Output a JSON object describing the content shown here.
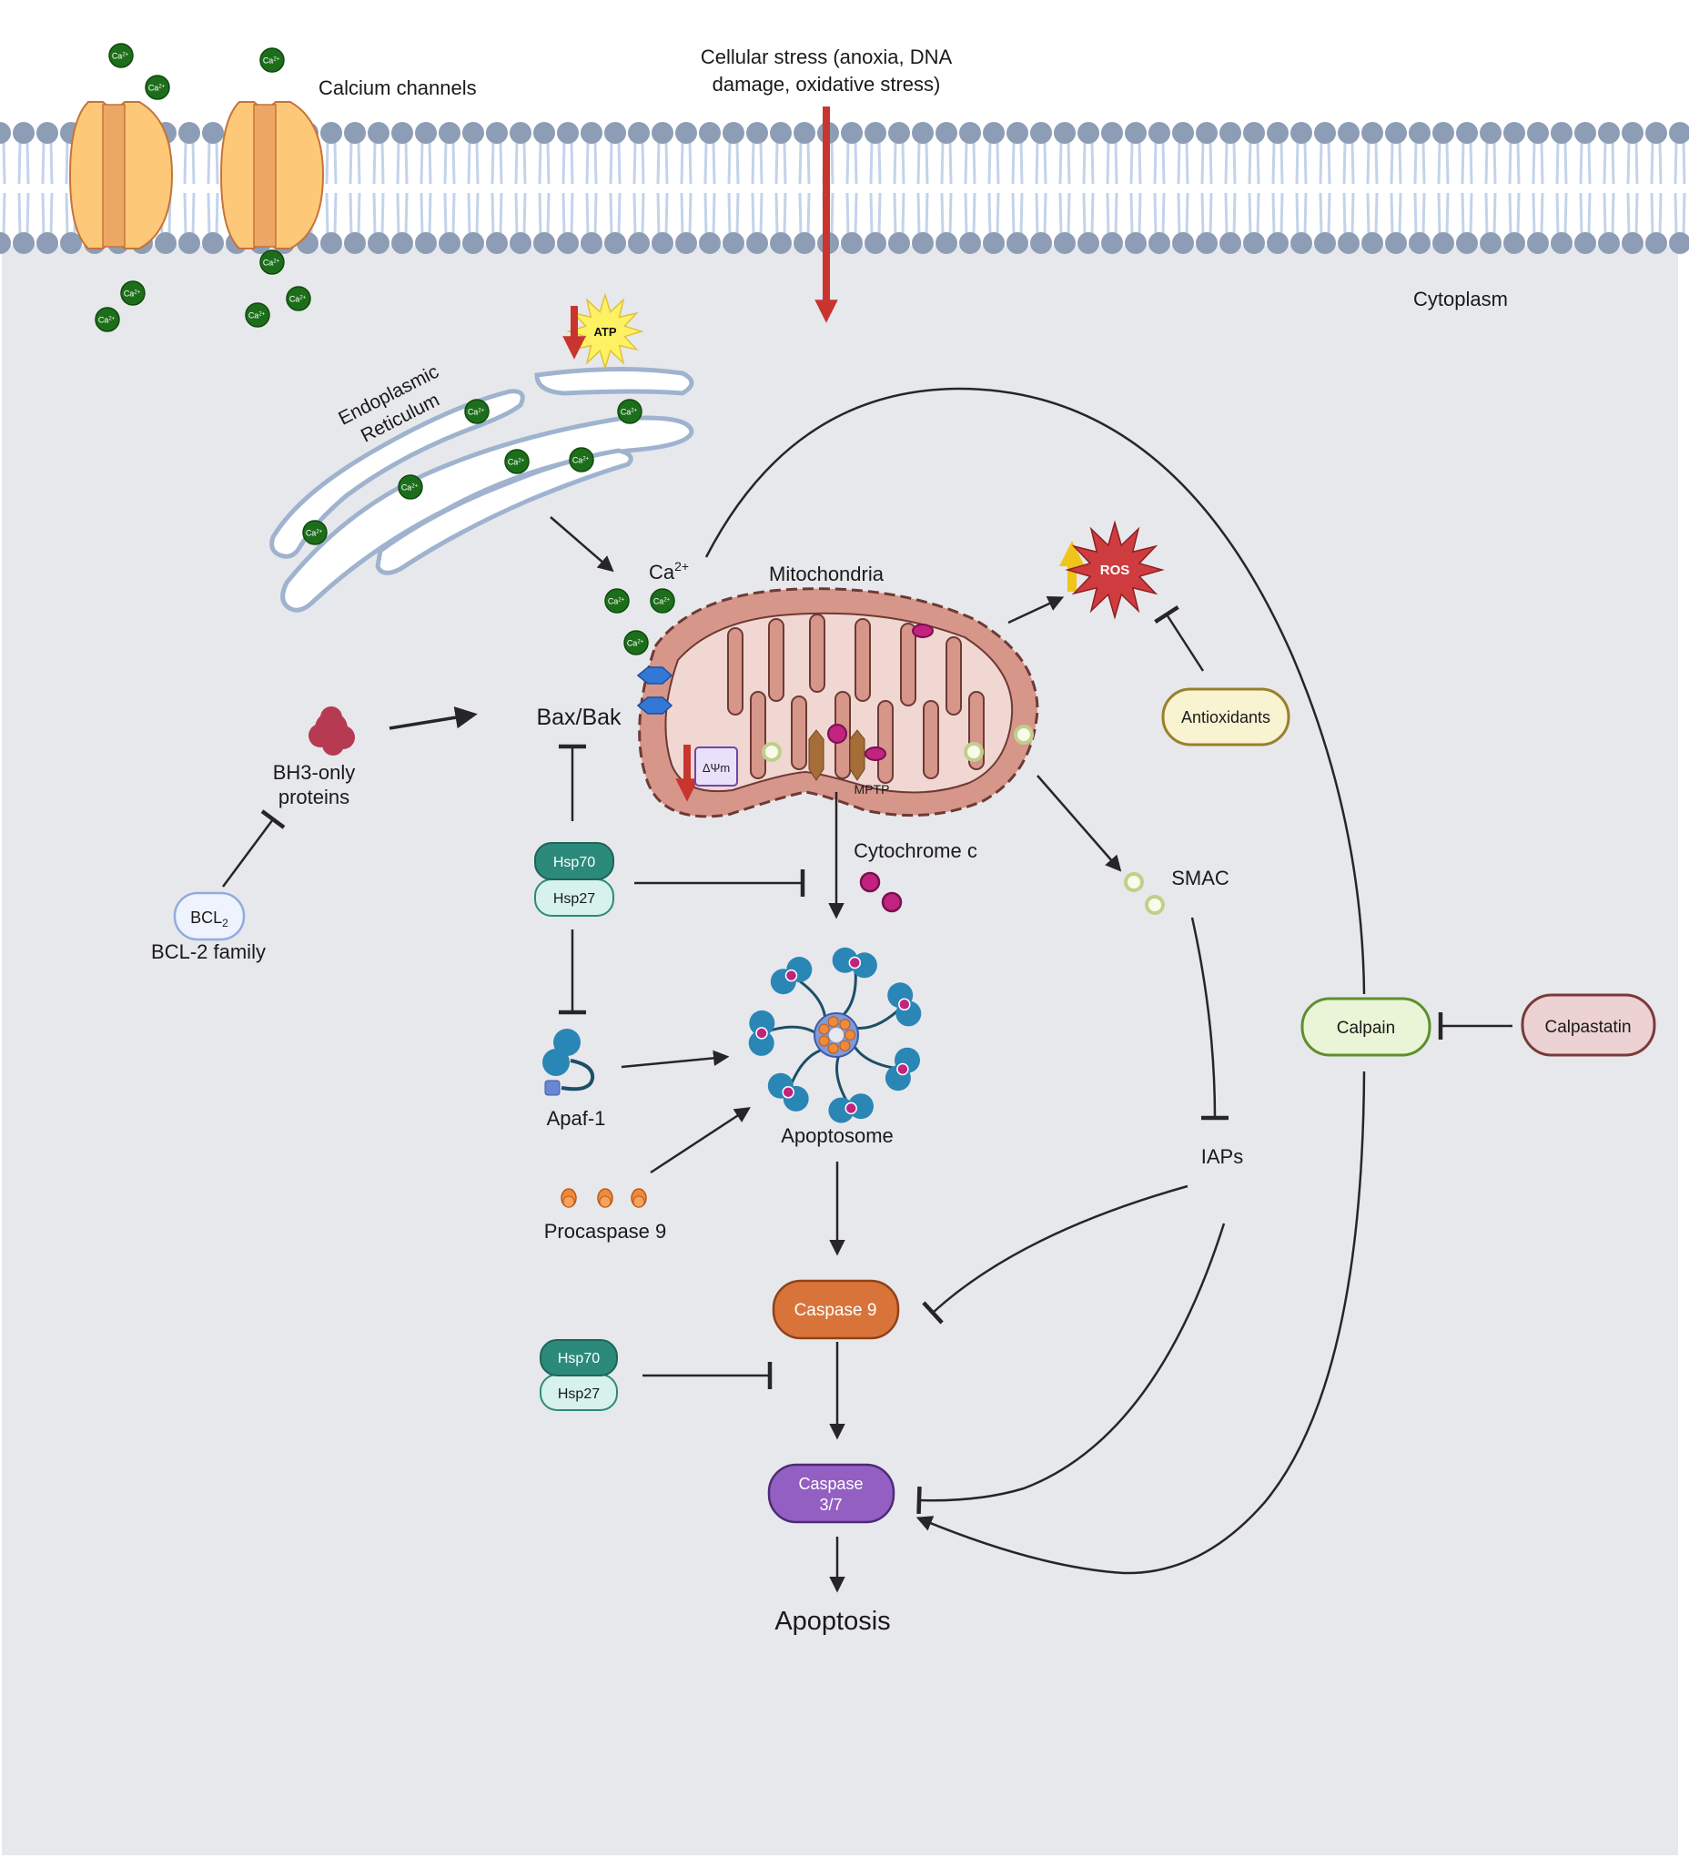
{
  "diagram": {
    "title": "Mitochondrial (intrinsic) apoptosis pathway and calcium signalling",
    "colors": {
      "background_outside": "#ffffff",
      "cytoplasm": "#e7e8ec",
      "lipid_head": "#8d9db5",
      "lipid_tail": "#c3d3ea",
      "channel_fill": "#fdc978",
      "channel_core": "#eda764",
      "channel_stroke": "#c6733a",
      "calcium_ion": "#1d6e1b",
      "stress_arrow": "#c8352f",
      "atp_burst": "#fff262",
      "mito_outer": "#d7968a",
      "mito_inner": "#f1d7d1",
      "mito_stroke": "#6d3a35",
      "ros_burst": "#cf3c3f",
      "ros_arrow": "#f0c419",
      "bax_bak": "#3378d6",
      "hsp70": "#2c8a7a",
      "hsp27": "#d7f1ec",
      "cytochrome_c": "#c2237f",
      "smac": "#f8fbe9",
      "smac_stroke": "#bed08b",
      "apoptosome_blue": "#2a86b4",
      "procaspase": "#ef8a3a",
      "caspase9": "#d8743a",
      "caspase37": "#935fc2",
      "calpain": "#e9f5d6",
      "calpain_stroke": "#5e8f2b",
      "calpastatin": "#ecd2d2",
      "calpastatin_stroke": "#7a3a3a",
      "antioxidants": "#f8f3d0",
      "antioxidants_stroke": "#9a7f2a",
      "bcl2": "#eef3fd",
      "bcl2_stroke": "#93abe0",
      "dpsi": "#e9e1fa",
      "dpsi_stroke": "#6e47a8",
      "arrow": "#262626"
    },
    "labels": {
      "calcium_channels": "Calcium channels",
      "cellular_stress_line1": "Cellular stress (anoxia, DNA",
      "cellular_stress_line2": "damage, oxidative stress)",
      "cytoplasm": "Cytoplasm",
      "er_line1": "Endoplasmic",
      "er_line2": "Reticulum",
      "atp": "ATP",
      "ca_main": "Ca",
      "ca_main_sup": "2+",
      "ca_ion": "Ca",
      "ca_ion_sup": "2+",
      "mitochondria": "Mitochondria",
      "ros": "ROS",
      "antioxidants": "Antioxidants",
      "bax_bak": "Bax/Bak",
      "bh3_line1": "BH3-only",
      "bh3_line2": "proteins",
      "bcl2_pill": "BCL",
      "bcl2_pill_sub": "2",
      "bcl2_family": "BCL-2 family",
      "delta_psi": "ΔΨm",
      "mptp": "MPTP",
      "hsp70": "Hsp70",
      "hsp27": "Hsp27",
      "cytochrome_c": "Cytochrome c",
      "smac": "SMAC",
      "apoptosome": "Apoptosome",
      "apaf1": "Apaf-1",
      "procaspase9": "Procaspase 9",
      "iaps": "IAPs",
      "calpain": "Calpain",
      "calpastatin": "Calpastatin",
      "caspase9": "Caspase 9",
      "caspase37_line1": "Caspase",
      "caspase37_line2": "3/7",
      "apoptosis": "Apoptosis"
    },
    "relations": [
      {
        "from": "Cellular stress",
        "to": "Cytoplasm",
        "type": "activation"
      },
      {
        "from": "Endoplasmic Reticulum",
        "to": "Ca2+",
        "type": "activation"
      },
      {
        "from": "Ca2+",
        "to": "Calpain",
        "type": "activation"
      },
      {
        "from": "Mitochondria",
        "to": "ROS",
        "type": "activation"
      },
      {
        "from": "Antioxidants",
        "to": "ROS",
        "type": "inhibition"
      },
      {
        "from": "BH3-only proteins",
        "to": "Bax/Bak",
        "type": "activation"
      },
      {
        "from": "BCL-2 family",
        "to": "BH3-only proteins",
        "type": "inhibition"
      },
      {
        "from": "Hsp70/Hsp27",
        "to": "Bax/Bak",
        "type": "inhibition"
      },
      {
        "from": "Hsp70/Hsp27",
        "to": "Cytochrome c release",
        "type": "inhibition"
      },
      {
        "from": "Hsp70/Hsp27",
        "to": "Apaf-1",
        "type": "inhibition"
      },
      {
        "from": "Mitochondria (MPTP)",
        "to": "Apoptosome",
        "type": "activation"
      },
      {
        "from": "Mitochondria",
        "to": "SMAC",
        "type": "activation"
      },
      {
        "from": "SMAC",
        "to": "IAPs",
        "type": "inhibition"
      },
      {
        "from": "Apaf-1",
        "to": "Apoptosome",
        "type": "activation"
      },
      {
        "from": "Procaspase 9",
        "to": "Apoptosome",
        "type": "activation"
      },
      {
        "from": "Apoptosome",
        "to": "Caspase 9",
        "type": "activation"
      },
      {
        "from": "IAPs",
        "to": "Caspase 9",
        "type": "inhibition"
      },
      {
        "from": "IAPs",
        "to": "Caspase 3/7",
        "type": "inhibition"
      },
      {
        "from": "Hsp70/Hsp27",
        "to": "Caspase 9 → Caspase 3/7",
        "type": "inhibition"
      },
      {
        "from": "Caspase 9",
        "to": "Caspase 3/7",
        "type": "activation"
      },
      {
        "from": "Calpastatin",
        "to": "Calpain",
        "type": "inhibition"
      },
      {
        "from": "Calpain",
        "to": "Caspase 3/7",
        "type": "activation"
      },
      {
        "from": "Caspase 3/7",
        "to": "Apoptosis",
        "type": "activation"
      }
    ]
  }
}
